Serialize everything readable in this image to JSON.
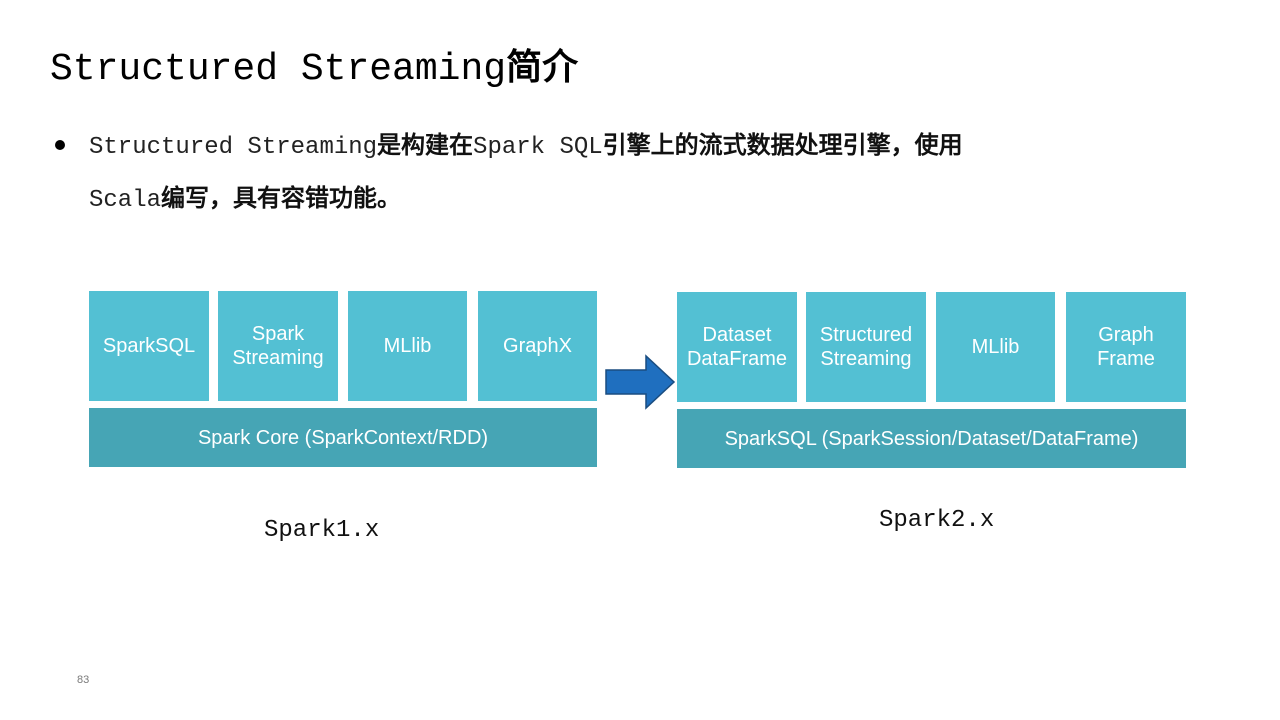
{
  "title": {
    "latin": "Structured Streaming",
    "cjk": "简介"
  },
  "bullet": {
    "seg1": "Structured Streaming",
    "seg2": "是构建在",
    "seg3": "Spark SQL",
    "seg4": "引擎上的流式数据处理引擎，使用",
    "seg5": "Scala",
    "seg6": "编写，具有容错功能。"
  },
  "diagram": {
    "spark1": {
      "modules": [
        {
          "label": "SparkSQL"
        },
        {
          "label": "Spark\nStreaming"
        },
        {
          "label": "MLlib"
        },
        {
          "label": "GraphX"
        }
      ],
      "core": "Spark Core (SparkContext/RDD)",
      "caption": "Spark1.x"
    },
    "spark2": {
      "modules": [
        {
          "label": "Dataset\nDataFrame"
        },
        {
          "label": "Structured\nStreaming"
        },
        {
          "label": "MLlib"
        },
        {
          "label": "Graph\nFrame"
        }
      ],
      "core": "SparkSQL (SparkSession/Dataset/DataFrame)",
      "caption": "Spark2.x"
    },
    "colors": {
      "module": "#53c0d3",
      "core": "#46a5b5",
      "arrow": "#1f6fbf"
    }
  },
  "page_number": "83"
}
